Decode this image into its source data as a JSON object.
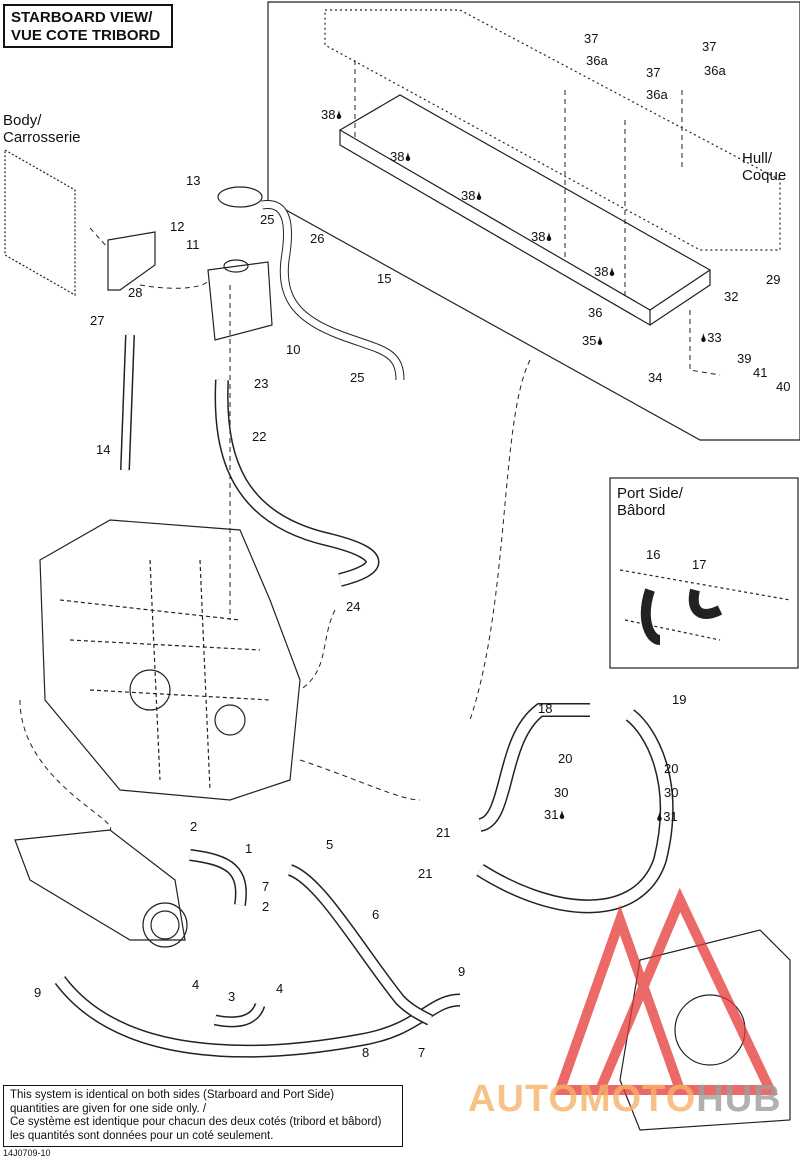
{
  "header": {
    "line1": "STARBOARD VIEW/",
    "line2": "VUE COTE TRIBORD"
  },
  "regions": {
    "body_line1": "Body/",
    "body_line2": "Carrosserie",
    "hull_line1": "Hull/",
    "hull_line2": "Coque"
  },
  "inset": {
    "line1": "Port Side/",
    "line2": "Bâbord"
  },
  "note": {
    "line1": "This system is identical on both sides (Starboard and Port Side)",
    "line2": "quantities are given for one side only. /",
    "line3": "Ce système est identique pour chacun des deux cotés (tribord et bâbord)",
    "line4": "les quantités sont données pour un coté seulement."
  },
  "figure_code": "14J0709-10",
  "drop_symbol": "🌢",
  "watermark": {
    "left": "AUTOMOTO",
    "right": "HUB"
  },
  "parts": [
    "1",
    "2",
    "3",
    "4",
    "5",
    "6",
    "7",
    "8",
    "9",
    "10",
    "11",
    "12",
    "13",
    "14",
    "15",
    "16",
    "17",
    "18",
    "19",
    "20",
    "21",
    "22",
    "23",
    "24",
    "25",
    "26",
    "27",
    "28",
    "29",
    "30",
    "31",
    "32",
    "33",
    "34",
    "35",
    "36",
    "36a",
    "37",
    "38",
    "39",
    "40",
    "41"
  ],
  "colors": {
    "line": "#222222",
    "watermark_red": "#e53935",
    "watermark_orange": "#f6b26b",
    "watermark_gray": "#9e9e9e"
  }
}
